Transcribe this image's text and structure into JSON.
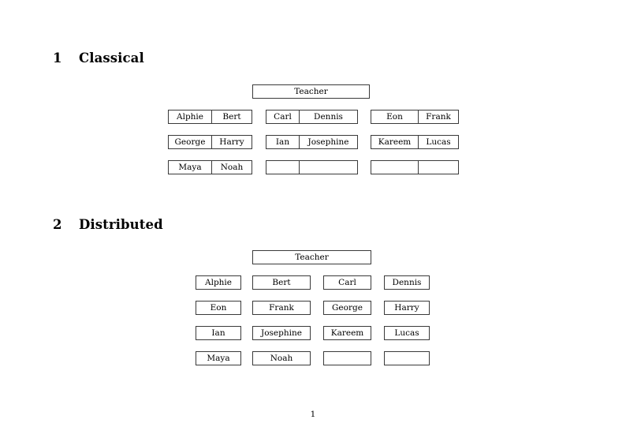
{
  "document": {
    "page_number": "1",
    "background_color": "#ffffff",
    "text_color": "#000000",
    "border_color": "#3a3a3a"
  },
  "sections": [
    {
      "number": "1",
      "title": "Classical",
      "teacher_label": "Teacher",
      "groups": [
        {
          "rows": [
            [
              "Alphie",
              "Bert"
            ],
            [
              "George",
              "Harry"
            ],
            [
              "Maya",
              "Noah"
            ]
          ]
        },
        {
          "rows": [
            [
              "Carl",
              "Dennis"
            ],
            [
              "Ian",
              "Josephine"
            ],
            [
              "",
              ""
            ]
          ]
        },
        {
          "rows": [
            [
              "Eon",
              "Frank"
            ],
            [
              "Kareem",
              "Lucas"
            ],
            [
              "",
              ""
            ]
          ]
        }
      ]
    },
    {
      "number": "2",
      "title": "Distributed",
      "teacher_label": "Teacher",
      "rows": [
        [
          "Alphie",
          "Bert",
          "Carl",
          "Dennis"
        ],
        [
          "Eon",
          "Frank",
          "George",
          "Harry"
        ],
        [
          "Ian",
          "Josephine",
          "Kareem",
          "Lucas"
        ],
        [
          "Maya",
          "Noah",
          "",
          ""
        ]
      ]
    }
  ]
}
